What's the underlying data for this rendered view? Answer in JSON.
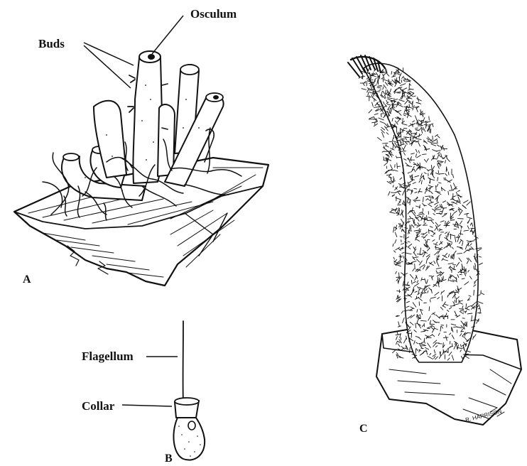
{
  "figure": {
    "panels": [
      "A",
      "B",
      "C"
    ],
    "panel_a": {
      "labels": {
        "osculum": "Osculum",
        "buds": "Buds"
      }
    },
    "panel_b": {
      "labels": {
        "flagellum": "Flagellum",
        "collar": "Collar"
      }
    },
    "panel_c": {
      "signature_text": "R. HARRISON"
    }
  }
}
